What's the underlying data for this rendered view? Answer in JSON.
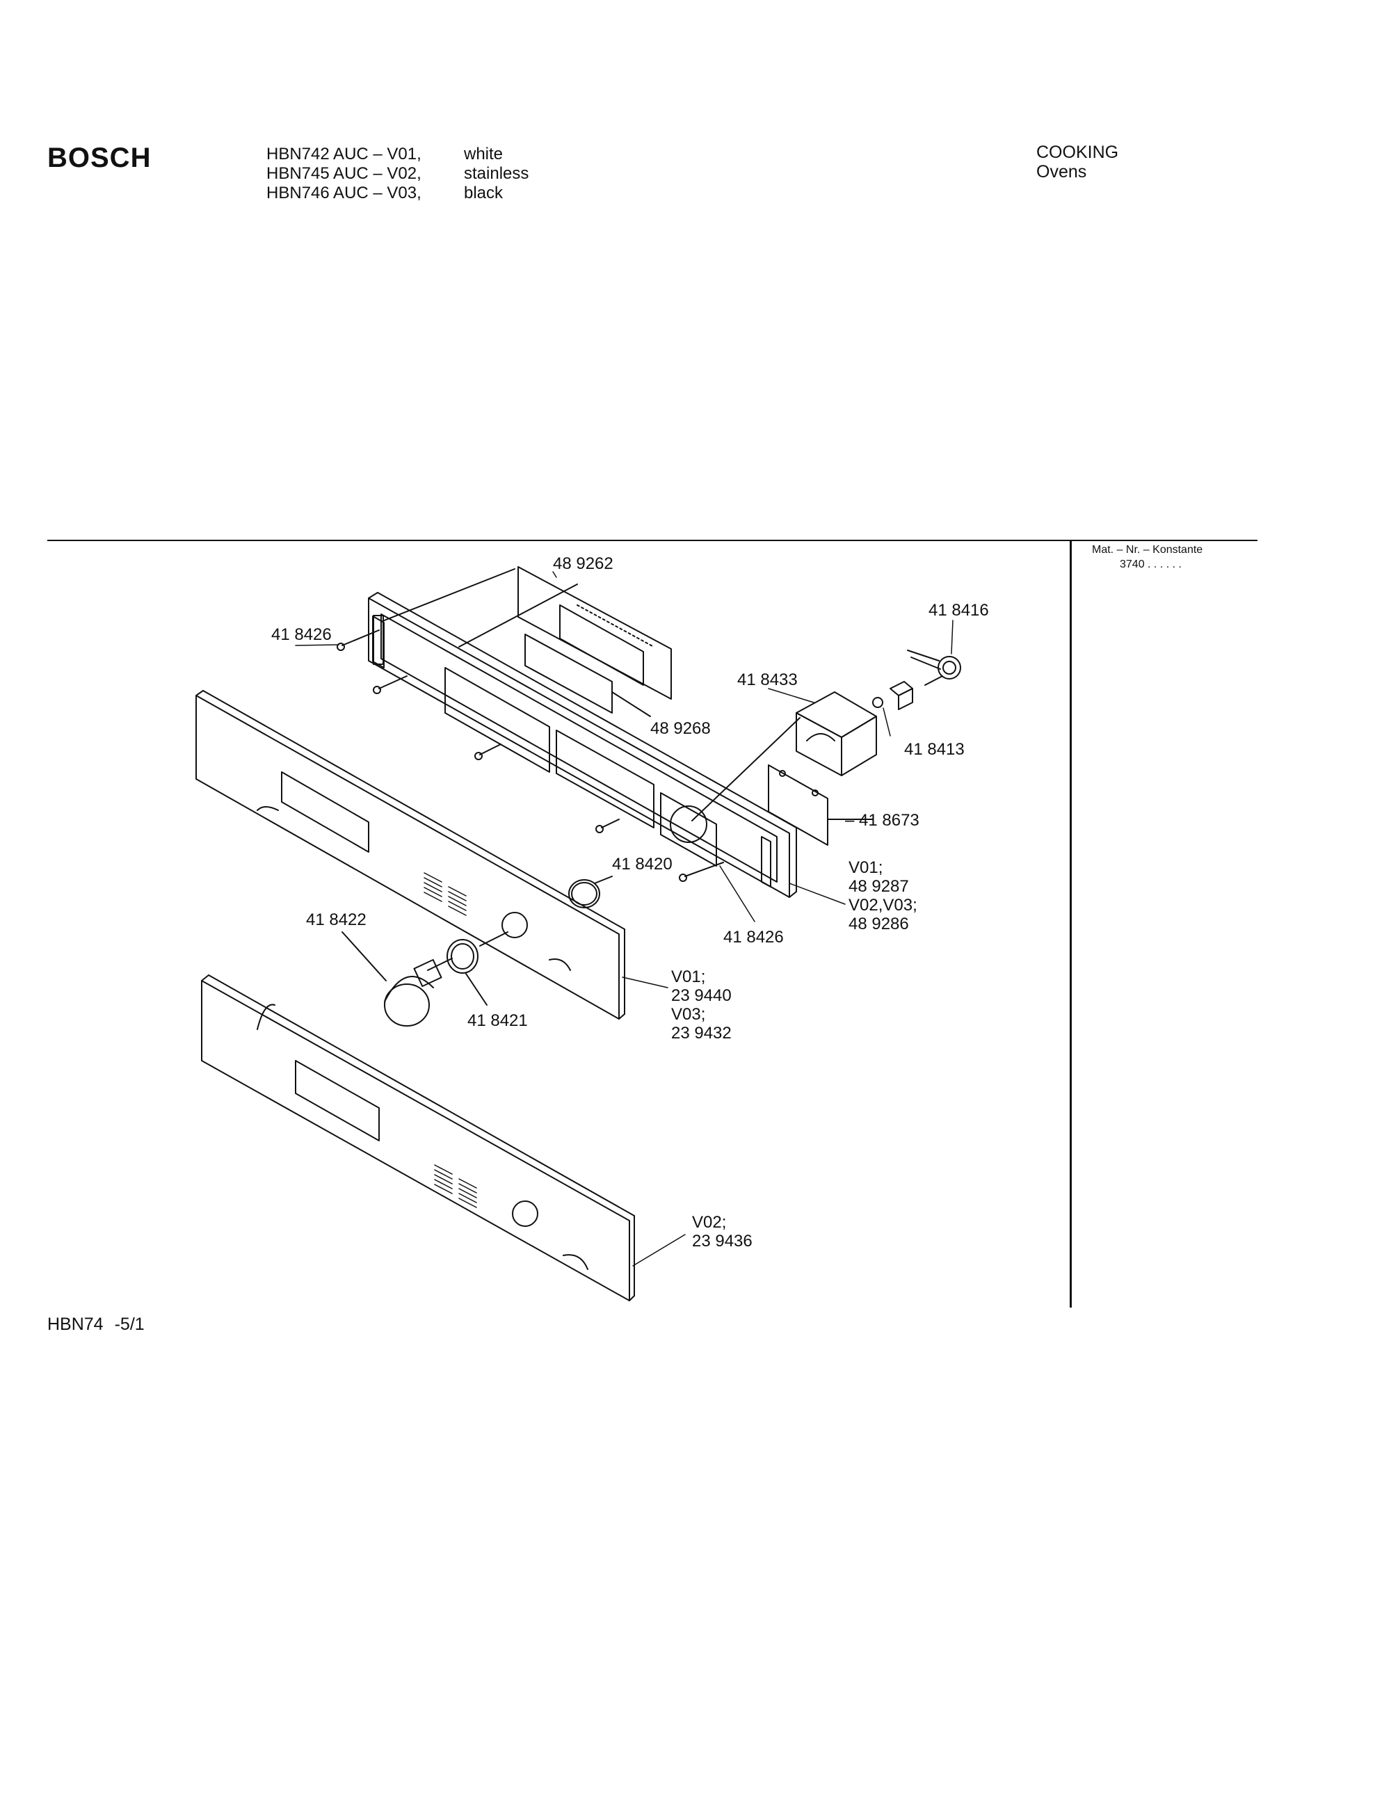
{
  "header": {
    "brand": "BOSCH",
    "models": [
      "HBN742 AUC – V01,",
      "HBN745 AUC – V02,",
      "HBN746 AUC – V03,"
    ],
    "variants": [
      "white",
      "stainless",
      "black"
    ],
    "category": "COOKING",
    "subcategory": "Ovens"
  },
  "side_panel": {
    "label": "Mat. – Nr. – Konstante",
    "value": "3740 .  .  .  .  .  ."
  },
  "footer": {
    "code": "HBN74",
    "page": "-5/1"
  },
  "callouts": {
    "c1": "48 9262",
    "c2": "41 8426",
    "c3": "41 8416",
    "c4": "41 8433",
    "c5": "48 9268",
    "c6": "41 8413",
    "c7": "– 41 8673",
    "c8": "41 8420",
    "c9": [
      "V01;",
      "48 9287",
      "V02,V03;",
      "48 9286"
    ],
    "c10": "41 8422",
    "c11": "41 8426",
    "c12": [
      "V01;",
      "23 9440",
      "V03;",
      "23 9432"
    ],
    "c13": "41 8421",
    "c14": [
      "V02;",
      "23 9436"
    ]
  }
}
